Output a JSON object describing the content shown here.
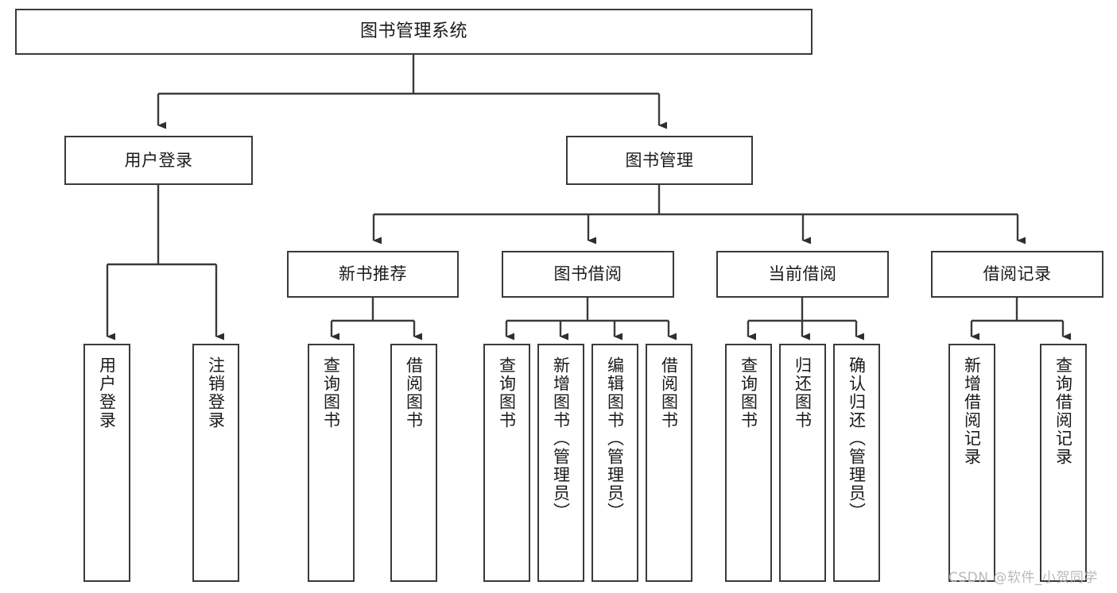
{
  "diagram": {
    "type": "tree",
    "title": "图书管理系统",
    "orientation": "top-down",
    "colors": {
      "box_border": "#3a3a3a",
      "box_fill": "#ffffff",
      "connector": "#3a3a3a",
      "text": "#1a1a1a",
      "watermark": "#b9b9b9",
      "background": "#ffffff"
    },
    "nodes": {
      "root": {
        "label": "图书管理系统",
        "level": 0,
        "text_direction": "horizontal"
      },
      "n_user_login": {
        "label": "用户登录",
        "level": 1,
        "text_direction": "horizontal"
      },
      "n_book_mgmt": {
        "label": "图书管理",
        "level": 1,
        "text_direction": "horizontal"
      },
      "n_new_book_rec": {
        "label": "新书推荐",
        "level": 2,
        "text_direction": "horizontal"
      },
      "n_book_borrow": {
        "label": "图书借阅",
        "level": 2,
        "text_direction": "horizontal"
      },
      "n_current_borrow": {
        "label": "当前借阅",
        "level": 2,
        "text_direction": "horizontal"
      },
      "n_borrow_record": {
        "label": "借阅记录",
        "level": 2,
        "text_direction": "horizontal"
      },
      "leaf_user_login": {
        "label": "用户登录",
        "level": 3,
        "text_direction": "vertical"
      },
      "leaf_logout": {
        "label": "注销登录",
        "level": 3,
        "text_direction": "vertical"
      },
      "leaf_query_book_1": {
        "label": "查询图书",
        "level": 3,
        "text_direction": "vertical"
      },
      "leaf_borrow_book_1": {
        "label": "借阅图书",
        "level": 3,
        "text_direction": "vertical"
      },
      "leaf_query_book_2": {
        "label": "查询图书",
        "level": 3,
        "text_direction": "vertical"
      },
      "leaf_add_book": {
        "label": "新增图书（管理员）",
        "level": 3,
        "text_direction": "vertical"
      },
      "leaf_edit_book": {
        "label": "编辑图书（管理员）",
        "level": 3,
        "text_direction": "vertical"
      },
      "leaf_borrow_book_2": {
        "label": "借阅图书",
        "level": 3,
        "text_direction": "vertical"
      },
      "leaf_query_book_3": {
        "label": "查询图书",
        "level": 3,
        "text_direction": "vertical"
      },
      "leaf_return_book": {
        "label": "归还图书",
        "level": 3,
        "text_direction": "vertical"
      },
      "leaf_confirm_return": {
        "label": "确认归还（管理员）",
        "level": 3,
        "text_direction": "vertical"
      },
      "leaf_add_record": {
        "label": "新增借阅记录",
        "level": 3,
        "text_direction": "vertical"
      },
      "leaf_query_record": {
        "label": "查询借阅记录",
        "level": 3,
        "text_direction": "vertical"
      }
    },
    "edges": [
      {
        "from": "root",
        "to": "n_user_login"
      },
      {
        "from": "root",
        "to": "n_book_mgmt"
      },
      {
        "from": "n_user_login",
        "to": "leaf_user_login"
      },
      {
        "from": "n_user_login",
        "to": "leaf_logout"
      },
      {
        "from": "n_book_mgmt",
        "to": "n_new_book_rec"
      },
      {
        "from": "n_book_mgmt",
        "to": "n_book_borrow"
      },
      {
        "from": "n_book_mgmt",
        "to": "n_current_borrow"
      },
      {
        "from": "n_book_mgmt",
        "to": "n_borrow_record"
      },
      {
        "from": "n_new_book_rec",
        "to": "leaf_query_book_1"
      },
      {
        "from": "n_new_book_rec",
        "to": "leaf_borrow_book_1"
      },
      {
        "from": "n_book_borrow",
        "to": "leaf_query_book_2"
      },
      {
        "from": "n_book_borrow",
        "to": "leaf_add_book"
      },
      {
        "from": "n_book_borrow",
        "to": "leaf_edit_book"
      },
      {
        "from": "n_book_borrow",
        "to": "leaf_borrow_book_2"
      },
      {
        "from": "n_current_borrow",
        "to": "leaf_query_book_3"
      },
      {
        "from": "n_current_borrow",
        "to": "leaf_return_book"
      },
      {
        "from": "n_current_borrow",
        "to": "leaf_confirm_return"
      },
      {
        "from": "n_borrow_record",
        "to": "leaf_add_record"
      },
      {
        "from": "n_borrow_record",
        "to": "leaf_query_record"
      }
    ]
  },
  "watermark": {
    "text": "CSDN @软件_小贺同学"
  }
}
